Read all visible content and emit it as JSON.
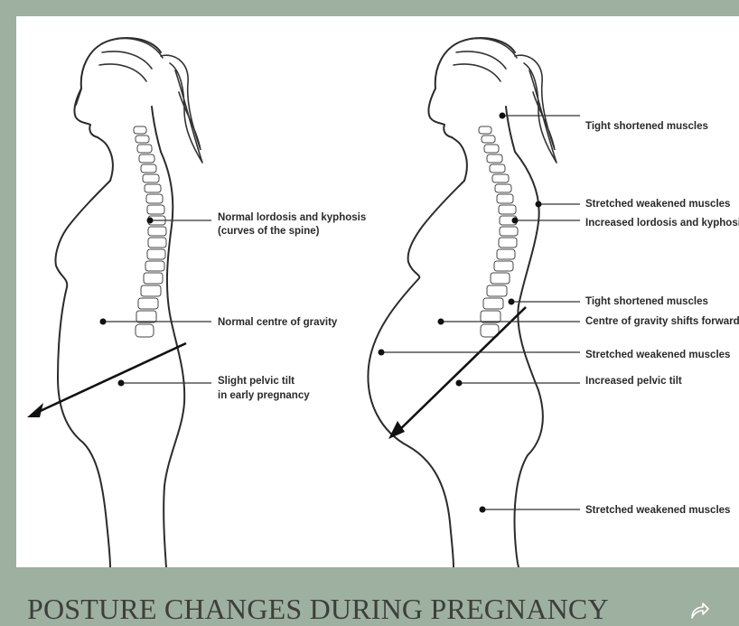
{
  "title": "POSTURE CHANGES DURING PREGNANCY",
  "figures": {
    "left": {
      "labels": [
        {
          "key": "lordosis",
          "lines": [
            "Normal lordosis and kyphosis",
            "(curves of the spine)"
          ]
        },
        {
          "key": "gravity",
          "lines": [
            "Normal centre of gravity"
          ]
        },
        {
          "key": "tilt",
          "lines": [
            "Slight pelvic tilt",
            "in early pregnancy"
          ]
        }
      ]
    },
    "right": {
      "labels": [
        {
          "key": "tight-neck",
          "lines": [
            "Tight shortened muscles"
          ]
        },
        {
          "key": "stretched-back",
          "lines": [
            "Stretched weakened muscles"
          ]
        },
        {
          "key": "lordosis",
          "lines": [
            "Increased lordosis and kyphosis"
          ]
        },
        {
          "key": "tight-lower",
          "lines": [
            "Tight shortened muscles"
          ]
        },
        {
          "key": "gravity",
          "lines": [
            "Centre of gravity shifts forward"
          ]
        },
        {
          "key": "stretched-abdomen",
          "lines": [
            "Stretched weakened muscles"
          ]
        },
        {
          "key": "tilt",
          "lines": [
            "Increased pelvic tilt"
          ]
        },
        {
          "key": "stretched-legs",
          "lines": [
            "Stretched weakened muscles"
          ]
        }
      ]
    }
  },
  "colors": {
    "frame": "#9eb09f",
    "panel": "#ffffff",
    "title": "#3c3f3a"
  },
  "icons": {
    "share": "share-icon"
  }
}
